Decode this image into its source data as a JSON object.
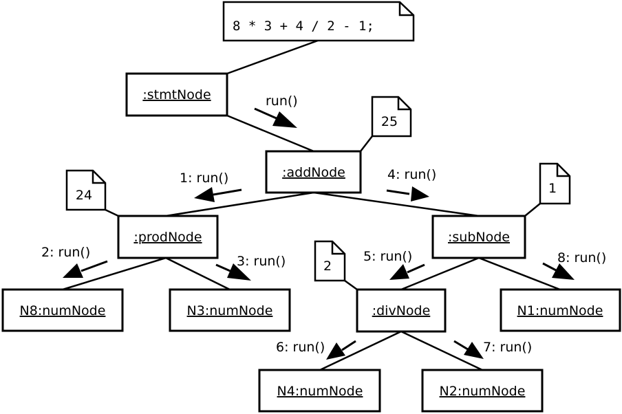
{
  "statement_note": "8 * 3 + 4 / 2 - 1;",
  "nodes": {
    "stmt": ":stmtNode",
    "add": ":addNode",
    "prod": ":prodNode",
    "sub": ":subNode",
    "n8": "N8:numNode",
    "n3": "N3:numNode",
    "div": ":divNode",
    "n1": "N1:numNode",
    "n4": "N4:numNode",
    "n2": "N2:numNode"
  },
  "messages": {
    "m0": "run()",
    "m1": "1: run()",
    "m2": "2: run()",
    "m3": "3: run()",
    "m4": "4: run()",
    "m5": "5: run()",
    "m6": "6: run()",
    "m7": "7: run()",
    "m8": "8: run()"
  },
  "result_notes": {
    "add": "25",
    "prod": "24",
    "sub": "1",
    "div": "2"
  }
}
